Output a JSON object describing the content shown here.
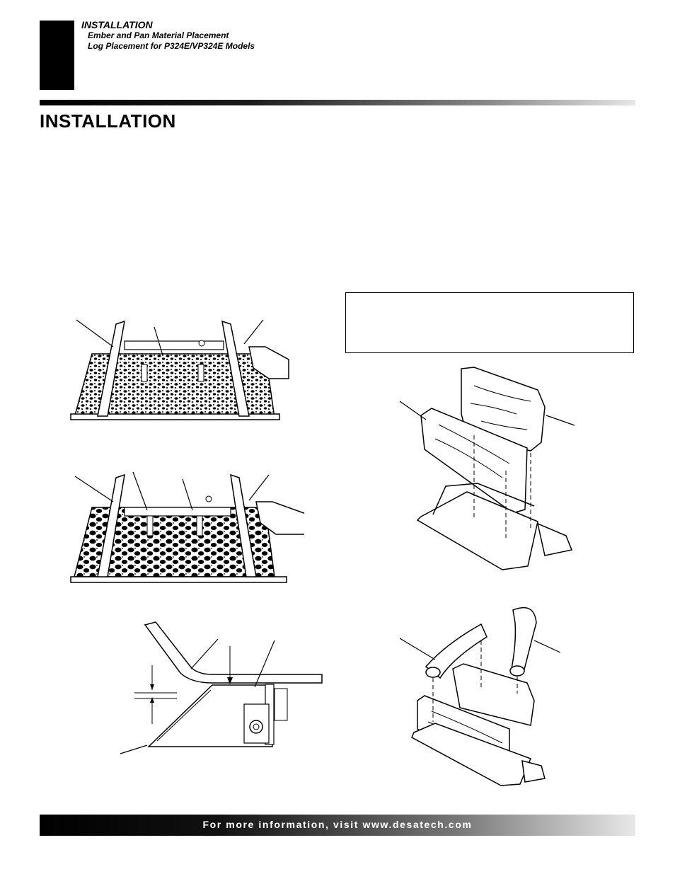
{
  "header": {
    "section": "INSTALLATION",
    "subtitle_1": "Ember and Pan Material Placement",
    "subtitle_2": "Log Placement for P324E/VP324E Models"
  },
  "page_title": "INSTALLATION",
  "footer": {
    "text": "For more information, visit www.desatech.com"
  },
  "colors": {
    "ink": "#000000",
    "paper": "#ffffff"
  }
}
